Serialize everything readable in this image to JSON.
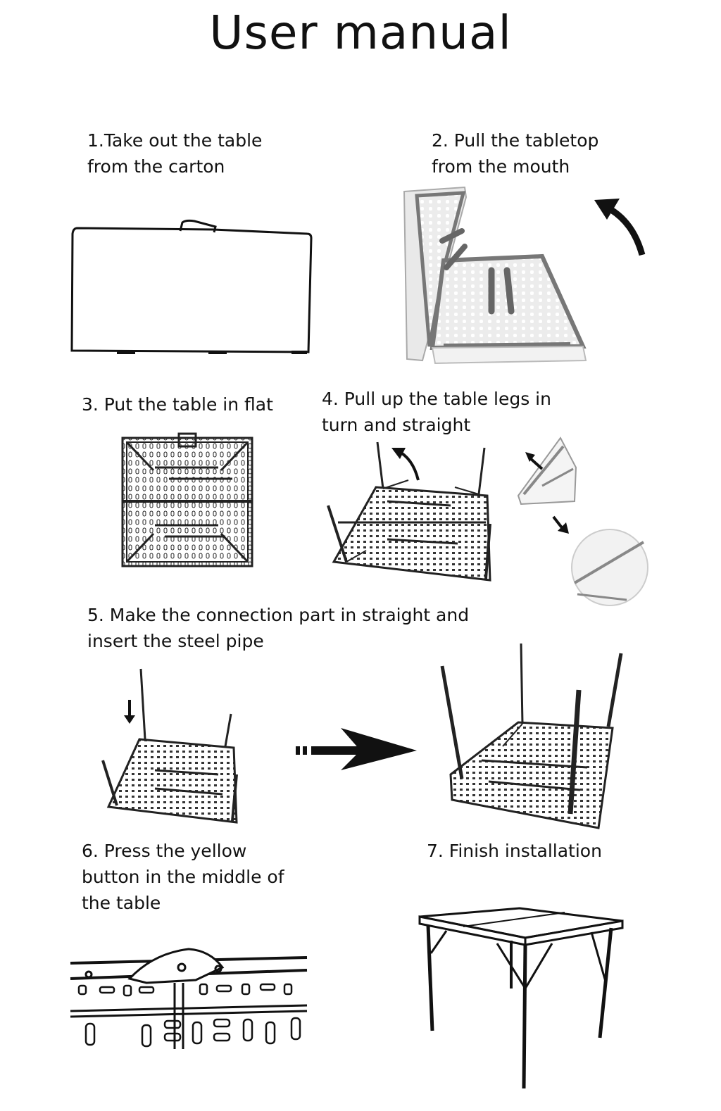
{
  "page": {
    "title": "User manual"
  },
  "steps": [
    {
      "text": "1.Take out the table\nfrom the carton"
    },
    {
      "text": "2. Pull the tabletop\nfrom the mouth"
    },
    {
      "text": "3. Put the table in flat"
    },
    {
      "text": "4. Pull up the table legs in\nturn and straight"
    },
    {
      "text": "5. Make the connection part in straight and\ninsert the steel pipe"
    },
    {
      "text": "6. Press the yellow\nbutton in the middle of\nthe table"
    },
    {
      "text": "7. Finish installation"
    }
  ]
}
